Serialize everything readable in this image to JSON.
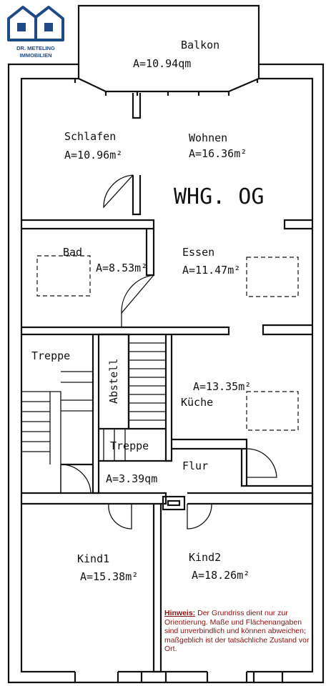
{
  "logo": {
    "line1": "DR. METELING",
    "line2": "IMMOBILIEN",
    "color": "#1f4a86"
  },
  "plan_title": "WHG. OG",
  "rooms": [
    {
      "id": "balkon",
      "name": "Balkon",
      "area": "A=10.94qm"
    },
    {
      "id": "schlafen",
      "name": "Schlafen",
      "area": "A=10.96m²"
    },
    {
      "id": "wohnen",
      "name": "Wohnen",
      "area": "A=16.36m²"
    },
    {
      "id": "bad",
      "name": "Bad",
      "area": "A=8.53m²"
    },
    {
      "id": "essen",
      "name": "Essen",
      "area": "A=11.47m²"
    },
    {
      "id": "treppe-left",
      "name": "Treppe",
      "area": ""
    },
    {
      "id": "abstell",
      "name": "Abstell",
      "area": ""
    },
    {
      "id": "kueche",
      "name": "Küche",
      "area": "A=13.35m²"
    },
    {
      "id": "treppe-mid",
      "name": "Treppe",
      "area": ""
    },
    {
      "id": "flur",
      "name": "Flur",
      "area": "A=3.39qm"
    },
    {
      "id": "kind1",
      "name": "Kind1",
      "area": "A=15.38m²"
    },
    {
      "id": "kind2",
      "name": "Kind2",
      "area": "A=18.26m²"
    }
  ],
  "note": {
    "heading": "Hinweis:",
    "text": " Der Grundriss dient nur zur Orientierung. Maße und Flächenangaben sind unverbindlich und können abweichen; maßgeblich ist der tatsächliche Zustand vor Ort.",
    "color": "#8b1010"
  }
}
